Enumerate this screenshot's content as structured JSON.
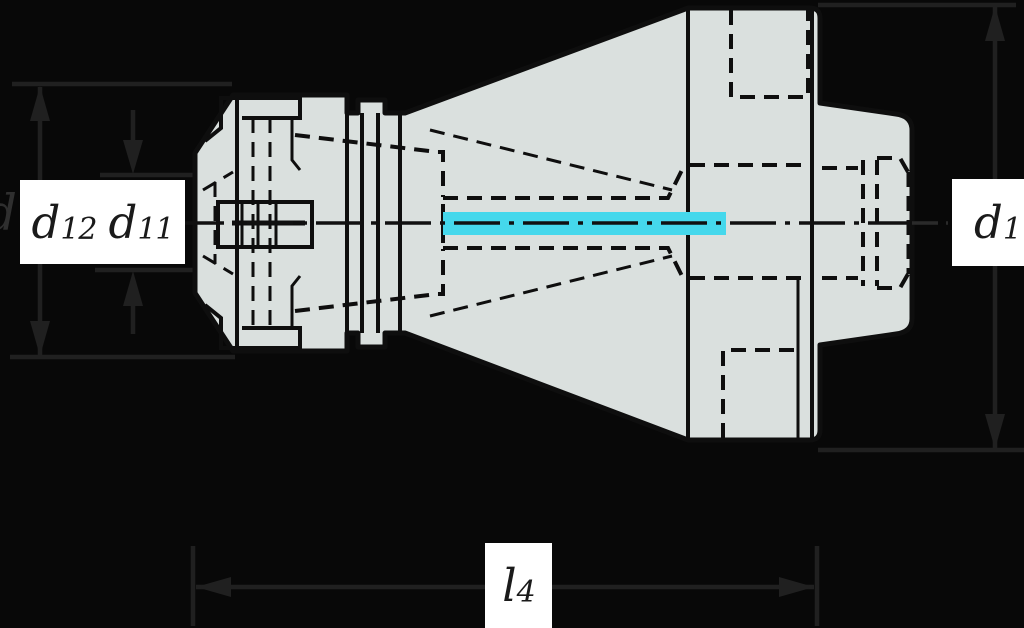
{
  "drawing": {
    "type": "technical-drawing",
    "subject": "Collet chuck tool holder cross-section with coolant channel and dimension callouts",
    "colors": {
      "background": "#080808",
      "body_fill": "#dae0de",
      "outline": "#0e0e0e",
      "coolant_highlight": "#45d8ec",
      "dimension_lines": "#202020",
      "label_box": "#ffffff",
      "label_text": "#1a1a1a",
      "ghost_text": "#2f2f2f"
    },
    "dimension_labels": {
      "d12": {
        "base": "d",
        "sub": "12"
      },
      "d11": {
        "base": "d",
        "sub": "11"
      },
      "d1": {
        "base": "d",
        "sub": "1"
      },
      "l4": {
        "base": "l",
        "sub": "4"
      },
      "ghost_left": "d"
    }
  }
}
